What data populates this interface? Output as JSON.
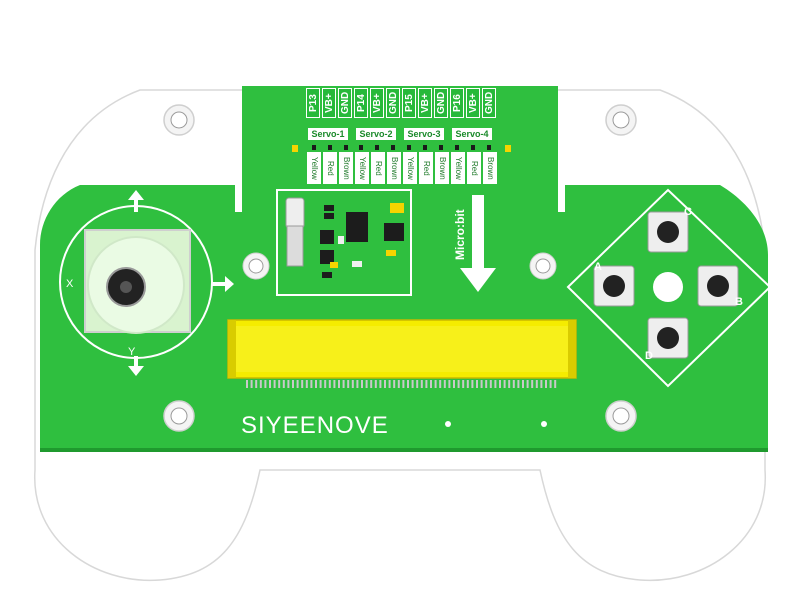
{
  "board": {
    "brand": "SIYEENOVE",
    "microbit_label": "Micro:bit",
    "pcb_color": "#2fbf3f",
    "edge_color": "#ffffff"
  },
  "header": {
    "pins": [
      "P13",
      "VB+",
      "GND",
      "P14",
      "VB+",
      "GND",
      "P15",
      "VB+",
      "GND",
      "P16",
      "VB+",
      "GND"
    ],
    "servos": [
      "Servo-1",
      "Servo-2",
      "Servo-3",
      "Servo-4"
    ],
    "wires": [
      "Yellow",
      "Red",
      "Brown",
      "Yellow",
      "Red",
      "Brown",
      "Yellow",
      "Red",
      "Brown",
      "Yellow",
      "Red",
      "Brown"
    ]
  },
  "joystick": {
    "axis_x": "X",
    "axis_y": "Y"
  },
  "buttons": {
    "a": "A",
    "b": "B",
    "c": "C",
    "d": "D"
  }
}
